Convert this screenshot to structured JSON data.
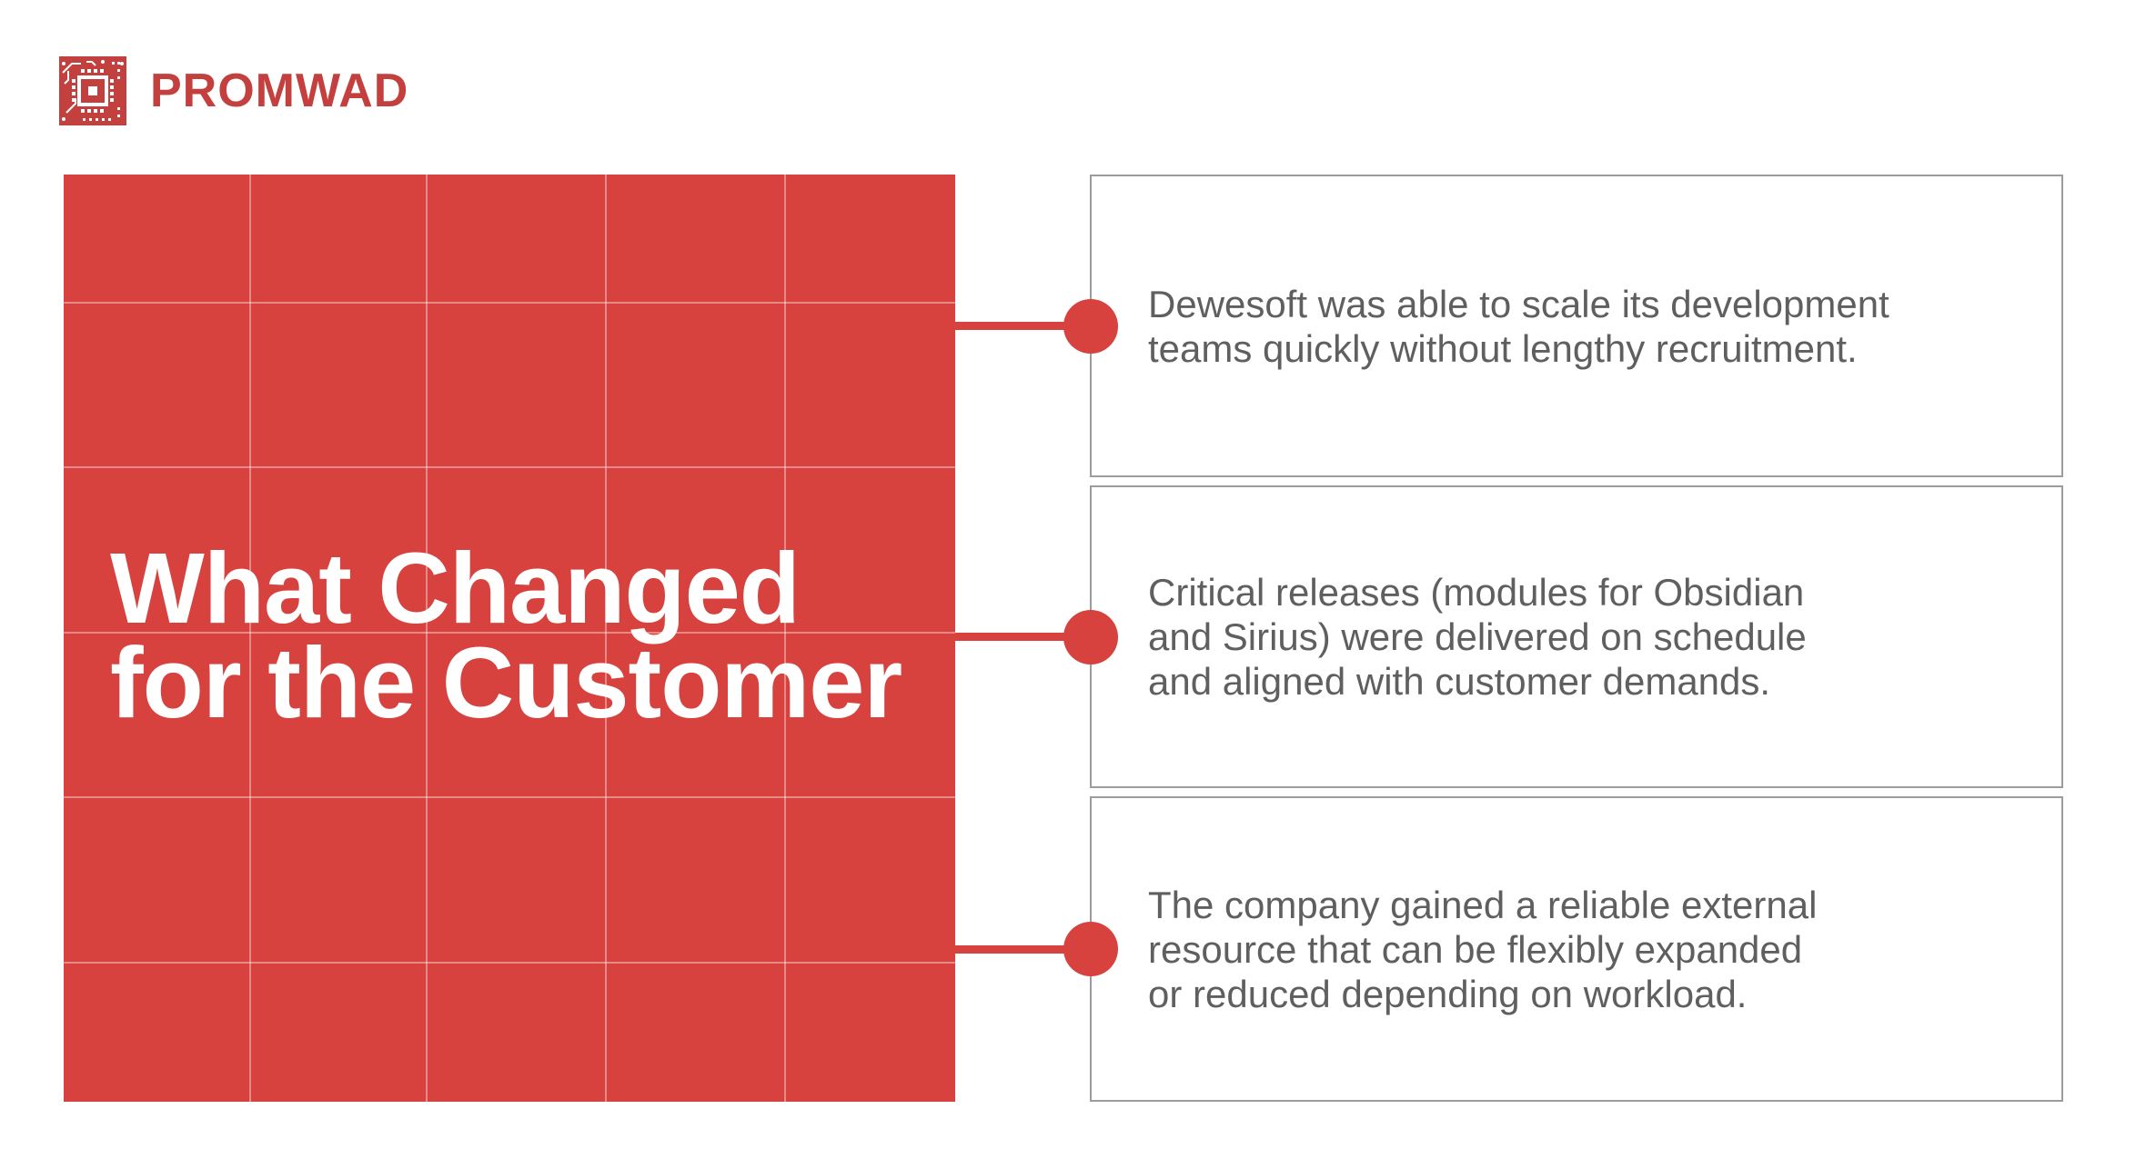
{
  "brand": {
    "name": "PROMWAD"
  },
  "title": {
    "line1": "What Changed",
    "line2": "for the Customer"
  },
  "cards": [
    {
      "lines": [
        "Dewesoft was able to scale its development",
        "teams quickly without lengthy recruitment."
      ]
    },
    {
      "lines": [
        "Critical releases (modules for Obsidian",
        "and Sirius) were delivered on schedule",
        "and aligned with customer demands."
      ]
    },
    {
      "lines": [
        "The company gained a reliable external",
        "resource that can be flexibly expanded",
        "or reduced depending on workload."
      ]
    }
  ],
  "colors": {
    "accent_red": "#d7413e",
    "logo_red": "#c2413f",
    "title_text": "#ffffff",
    "body_text": "#5f5f5f",
    "card_border": "#9c9c9c",
    "panel_grid_line": "rgba(255,255,255,0.38)"
  }
}
